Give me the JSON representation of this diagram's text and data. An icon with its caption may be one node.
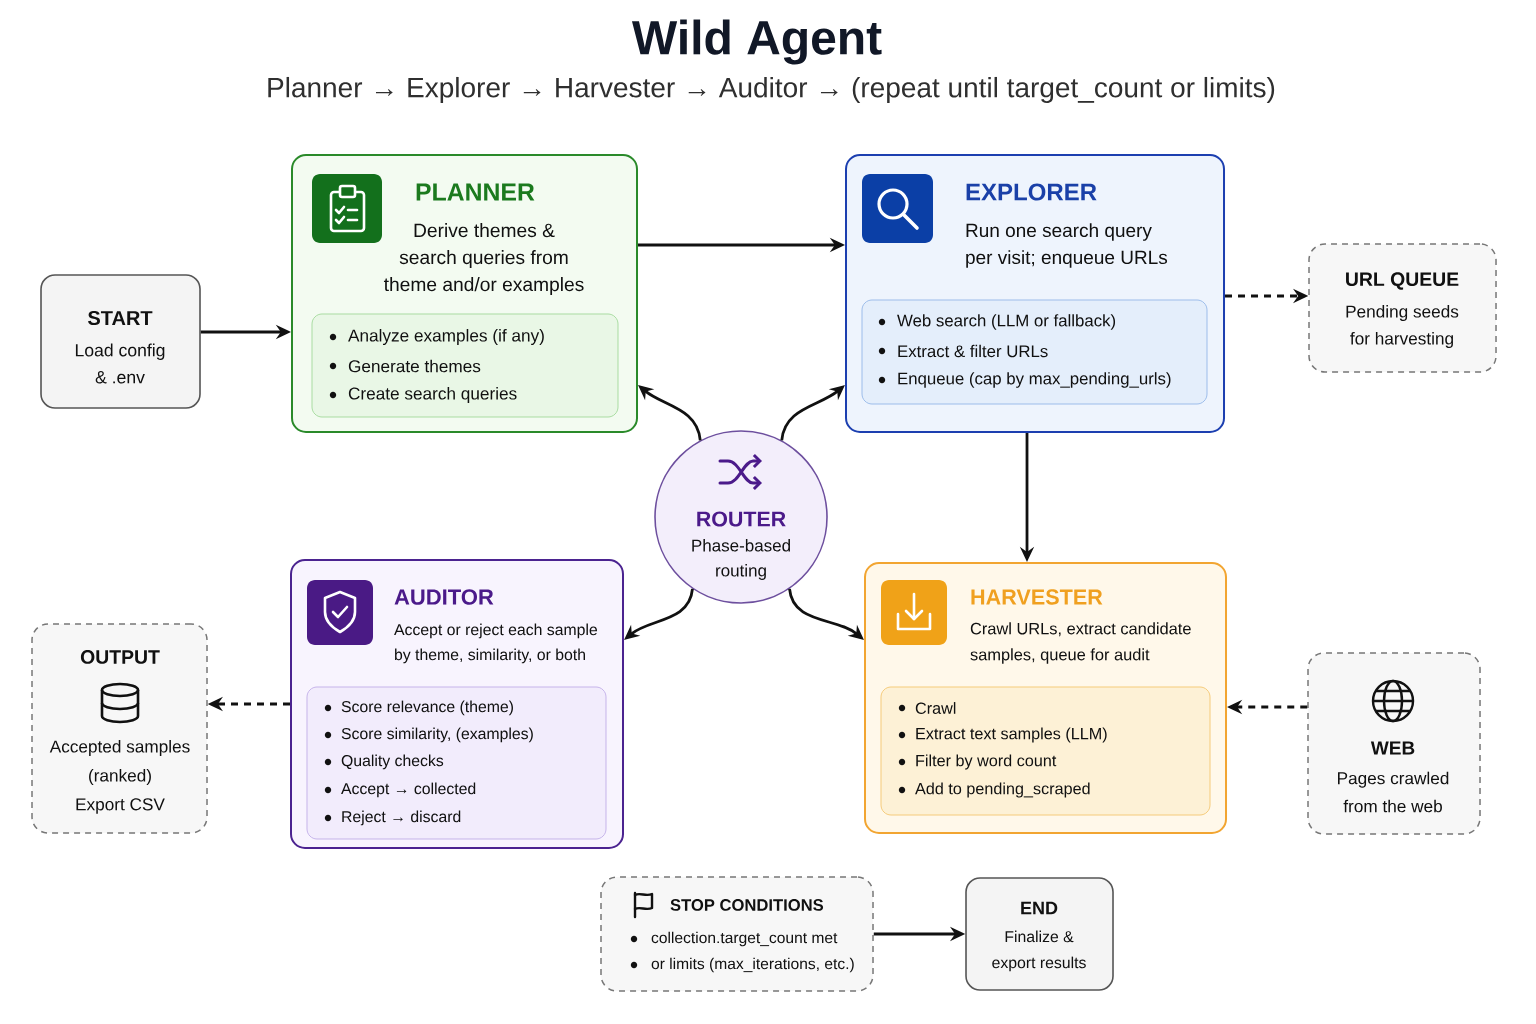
{
  "diagram": {
    "title": "Wild Agent",
    "nodes": [
      {
        "text": [
          "START",
          "Load config & .env"
        ]
      },
      {
        "text": [
          "PLANNER",
          "Derive themes & search queries from theme and/or examples"
        ]
      },
      {
        "text": [
          "Analyze examples (if any)",
          "Generate themes",
          "Create search queries"
        ],
        "in": 1
      },
      {
        "text": [
          "EXPLORER",
          "Run one search query per visit; enqueue URLs"
        ]
      },
      {
        "text": [
          "Web search (LLM or fallback)",
          "Extract & filter URLs",
          "Enqueue (cap by max_pending_urls)"
        ],
        "in": 3
      },
      {
        "text": [
          "URL QUEUE",
          "Pending seeds for harvesting"
        ]
      },
      {
        "text": [
          "ROUTER",
          "Phase-based routing"
        ]
      },
      {
        "text": [
          "AUDITOR",
          "Accept or reject each sample by theme, similarity, or both"
        ]
      },
      {
        "text": [
          "Score relevance (theme)",
          "Score similarity, (examples)",
          "Quality checks",
          "Accept → collected",
          "Reject → discard"
        ],
        "in": 7
      },
      {
        "text": [
          "HARVESTER",
          "Crawl URLs, extract candidate samples, queue for audit"
        ]
      },
      {
        "text": [
          "Crawl",
          "Extract text samples (LLM)",
          "Filter by word count",
          "Add to pending_scraped"
        ],
        "in": 9
      },
      {
        "text": [
          "OUTPUT",
          "Accepted samples (ranked)",
          "Export CSV"
        ]
      },
      {
        "text": [
          "WEB",
          "Pages crawled from the web"
        ]
      },
      {
        "text": [
          "STOP CONDITIONS",
          "collection.target_count met",
          "or limits (max_iterations, etc.)"
        ]
      },
      {
        "text": [
          "END",
          "Finalize & export results"
        ]
      }
    ],
    "edges": [
      {
        "from": 0,
        "to": 1,
        "arrow": "to"
      },
      {
        "from": 1,
        "to": 3,
        "arrow": "to"
      },
      {
        "from": 3,
        "to": 5,
        "arrow": "to",
        "style": "dashed"
      },
      {
        "from": 6,
        "to": 1,
        "arrow": "to"
      },
      {
        "from": 6,
        "to": 3,
        "arrow": "to"
      },
      {
        "from": 6,
        "to": 7,
        "arrow": "to"
      },
      {
        "from": 6,
        "to": 9,
        "arrow": "to"
      },
      {
        "from": 3,
        "to": 9,
        "arrow": "to"
      },
      {
        "from": 7,
        "to": 11,
        "arrow": "to",
        "style": "dashed"
      },
      {
        "from": 12,
        "to": 9,
        "arrow": "to",
        "style": "dashed"
      },
      {
        "from": 13,
        "to": 14,
        "arrow": "to"
      }
    ],
    "labels": [
      "Planner → Explorer → Harvester → Auditor → (repeat until target_count or limits)"
    ]
  }
}
